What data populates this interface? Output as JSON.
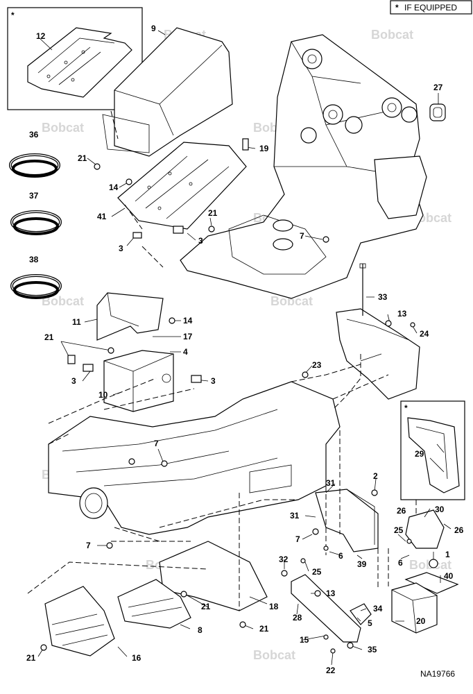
{
  "legend": {
    "star": "*",
    "text": "IF EQUIPPED"
  },
  "drawing_number": "NA19766",
  "watermark": "Bobcat",
  "inset_star": "*",
  "callouts": {
    "c12": "12",
    "c9": "9",
    "c27": "27",
    "c36": "36",
    "c19": "19",
    "c21a": "21",
    "c14a": "14",
    "c37": "37",
    "c41": "41",
    "c21b": "21",
    "c3a": "3",
    "c3b": "3",
    "c7a": "7",
    "c38": "38",
    "c33": "33",
    "c11": "11",
    "c14b": "14",
    "c13a": "13",
    "c21c": "21",
    "c17": "17",
    "c24": "24",
    "c4": "4",
    "c3c": "3",
    "c23": "23",
    "c3d": "3",
    "c10": "10",
    "c7b": "7",
    "c29": "29",
    "c2": "2",
    "c31a": "31",
    "c31b": "31",
    "c26a": "26",
    "c30": "30",
    "c26b": "26",
    "c7c": "7",
    "c25a": "25",
    "c7d": "7",
    "c6a": "6",
    "c39": "39",
    "c6b": "6",
    "c1": "1",
    "c32": "32",
    "c25b": "25",
    "c40": "40",
    "c13b": "13",
    "c18": "18",
    "c21d": "21",
    "c34": "34",
    "c28": "28",
    "c20": "20",
    "c5": "5",
    "c8": "8",
    "c21e": "21",
    "c15": "15",
    "c35": "35",
    "c21f": "21",
    "c16": "16",
    "c22": "22"
  }
}
